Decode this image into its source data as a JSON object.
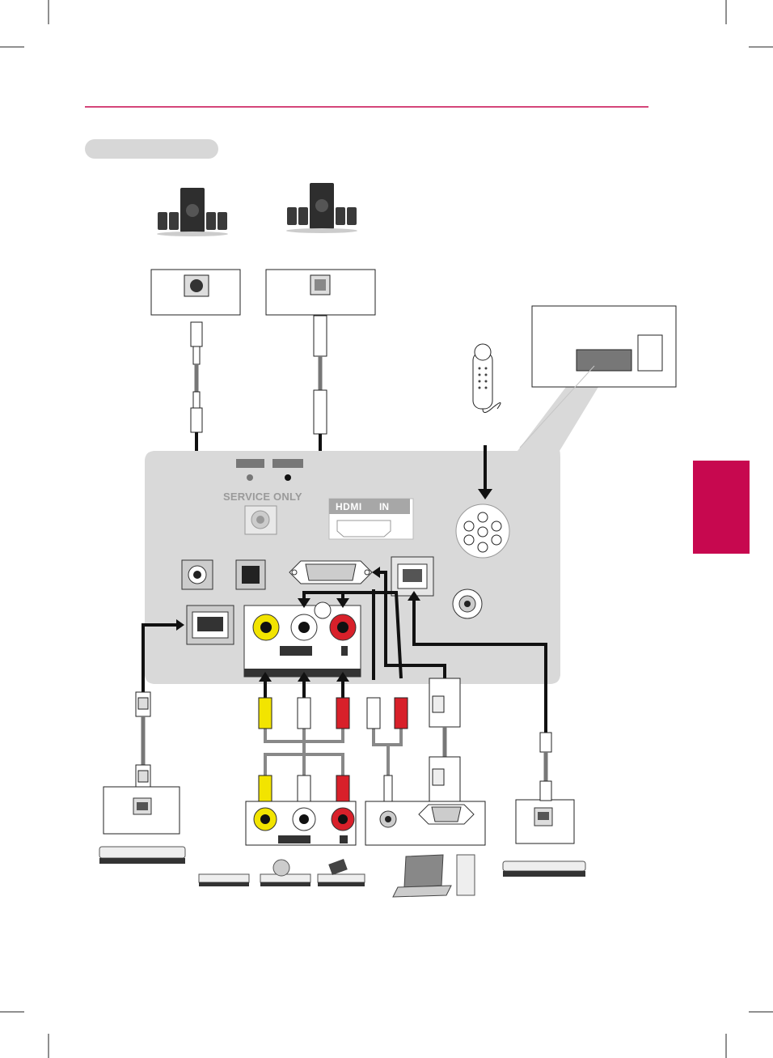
{
  "panel": {
    "service_label": "SERVICE ONLY",
    "hdmi_logo": "HDMI",
    "hdmi_in": "IN"
  },
  "colors": {
    "accent": "#c7084f",
    "panel": "#d9d9d9",
    "cable": "#1a1a1a",
    "rca_yellow": "#f2e400",
    "rca_red": "#d8202a",
    "rca_white": "#ffffff"
  },
  "icons": [
    "speaker-system-icon",
    "remote-control-icon",
    "set-top-box-icon",
    "dvd-player-icon",
    "vcr-icon",
    "laptop-icon",
    "desktop-tower-icon"
  ]
}
